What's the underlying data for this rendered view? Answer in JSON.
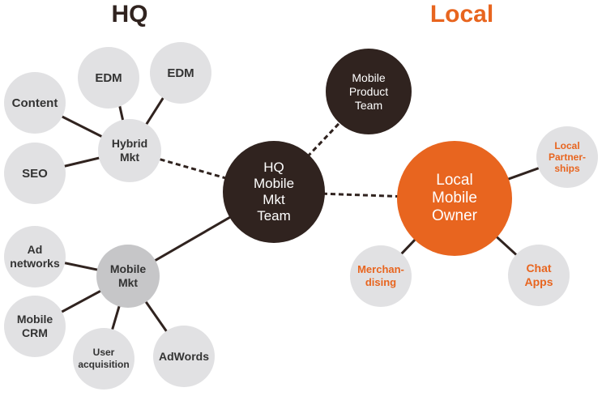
{
  "headings": {
    "hq": "HQ",
    "local": "Local"
  },
  "colors": {
    "dark_node": "#30231f",
    "orange_node": "#e8651f",
    "leaf_node": "#e1e1e3",
    "connector": "#30231f"
  },
  "nodes": {
    "hq_mobile_mkt_team": "HQ\nMobile\nMkt\nTeam",
    "mobile_product_team": "Mobile\nProduct\nTeam",
    "local_mobile_owner": "Local\nMobile\nOwner",
    "hybrid_mkt": "Hybrid\nMkt",
    "mobile_mkt": "Mobile\nMkt",
    "edm_1": "EDM",
    "edm_2": "EDM",
    "content": "Content",
    "seo": "SEO",
    "ad_networks": "Ad\nnetworks",
    "mobile_crm": "Mobile\nCRM",
    "user_acquisition": "User\nacquisition",
    "adwords": "AdWords",
    "local_partnerships": "Local\nPartner-\nships",
    "merchandising": "Merchan-\ndising",
    "chat_apps": "Chat\nApps"
  }
}
